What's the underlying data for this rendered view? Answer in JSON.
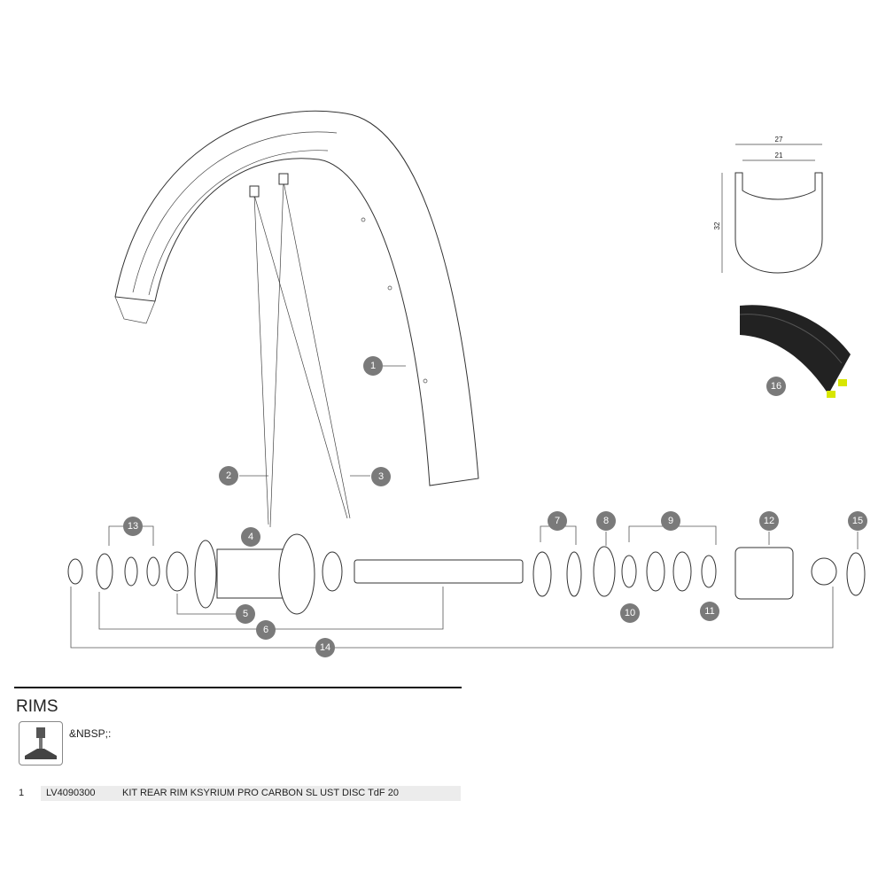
{
  "callouts": [
    "1",
    "2",
    "3",
    "4",
    "5",
    "6",
    "7",
    "8",
    "9",
    "10",
    "11",
    "12",
    "13",
    "14",
    "15",
    "16"
  ],
  "rim_profile": {
    "outer_width": "27",
    "inner_width": "21",
    "height": "32"
  },
  "section": {
    "title": "RIMS",
    "valve_label": "&NBSP;:"
  },
  "parts": [
    {
      "index": "1",
      "reference": "LV4090300",
      "description": "KIT REAR RIM KSYRIUM PRO CARBON SL UST DISC TdF 20"
    }
  ],
  "colors": {
    "callout_fill": "#7a7a7a",
    "valve_highlight": "#d8e600",
    "row_background": "#ececec"
  }
}
